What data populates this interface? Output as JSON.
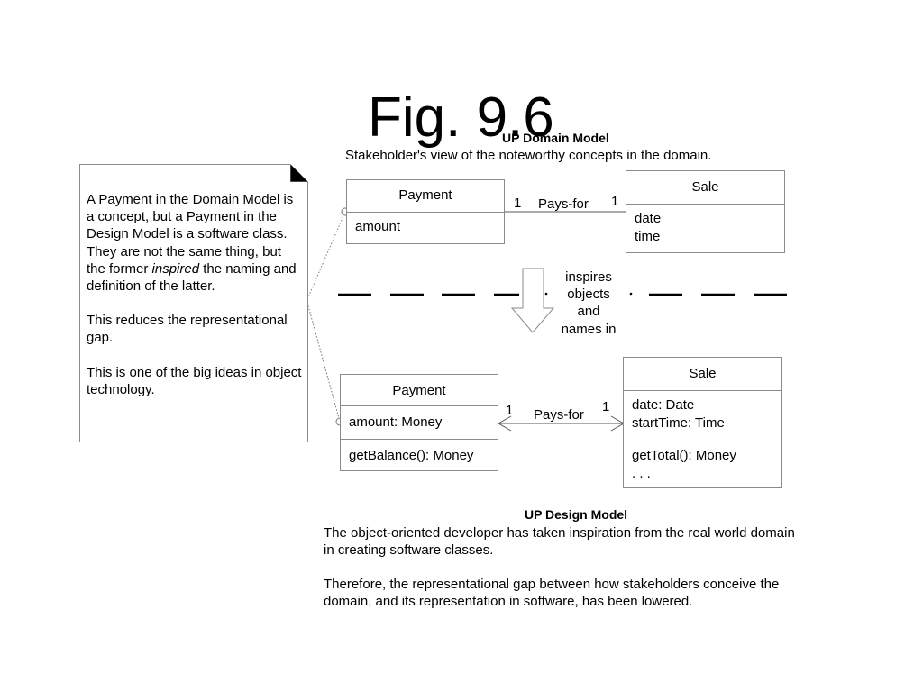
{
  "title": "Fig. 9.6",
  "domain_model": {
    "caption_title": "UP Domain Model",
    "caption_text": "Stakeholder's view of the noteworthy concepts in the domain.",
    "payment": {
      "name": "Payment",
      "attributes": [
        "amount"
      ]
    },
    "sale": {
      "name": "Sale",
      "attributes": [
        "date",
        "time"
      ]
    },
    "association": {
      "label": "Pays-for",
      "left_mult": "1",
      "right_mult": "1"
    }
  },
  "inspires": [
    "inspires",
    "objects",
    "and",
    "names in"
  ],
  "design_model": {
    "payment": {
      "name": "Payment",
      "attributes": [
        "amount: Money"
      ],
      "operations": [
        "getBalance(): Money"
      ]
    },
    "sale": {
      "name": "Sale",
      "attributes": [
        "date: Date",
        "startTime: Time"
      ],
      "operations": [
        "getTotal(): Money",
        ". . ."
      ]
    },
    "association": {
      "label": "Pays-for",
      "left_mult": "1",
      "right_mult": "1"
    },
    "caption_title": "UP Design Model",
    "caption_lines": [
      "The object-oriented developer has taken inspiration from the real world domain",
      "in creating software classes.",
      "",
      "Therefore, the representational gap between how stakeholders conceive the",
      "domain, and its representation in software, has been lowered."
    ]
  },
  "note": {
    "p1_before": "A Payment in the Domain Model is a concept, but a Payment in the Design Model is a software class. They are not the same thing, but the former ",
    "p1_italic": "inspired",
    "p1_after": " the naming and definition of the latter.",
    "p2": "This reduces the representational gap.",
    "p3": "This is one of the big ideas in object technology."
  }
}
